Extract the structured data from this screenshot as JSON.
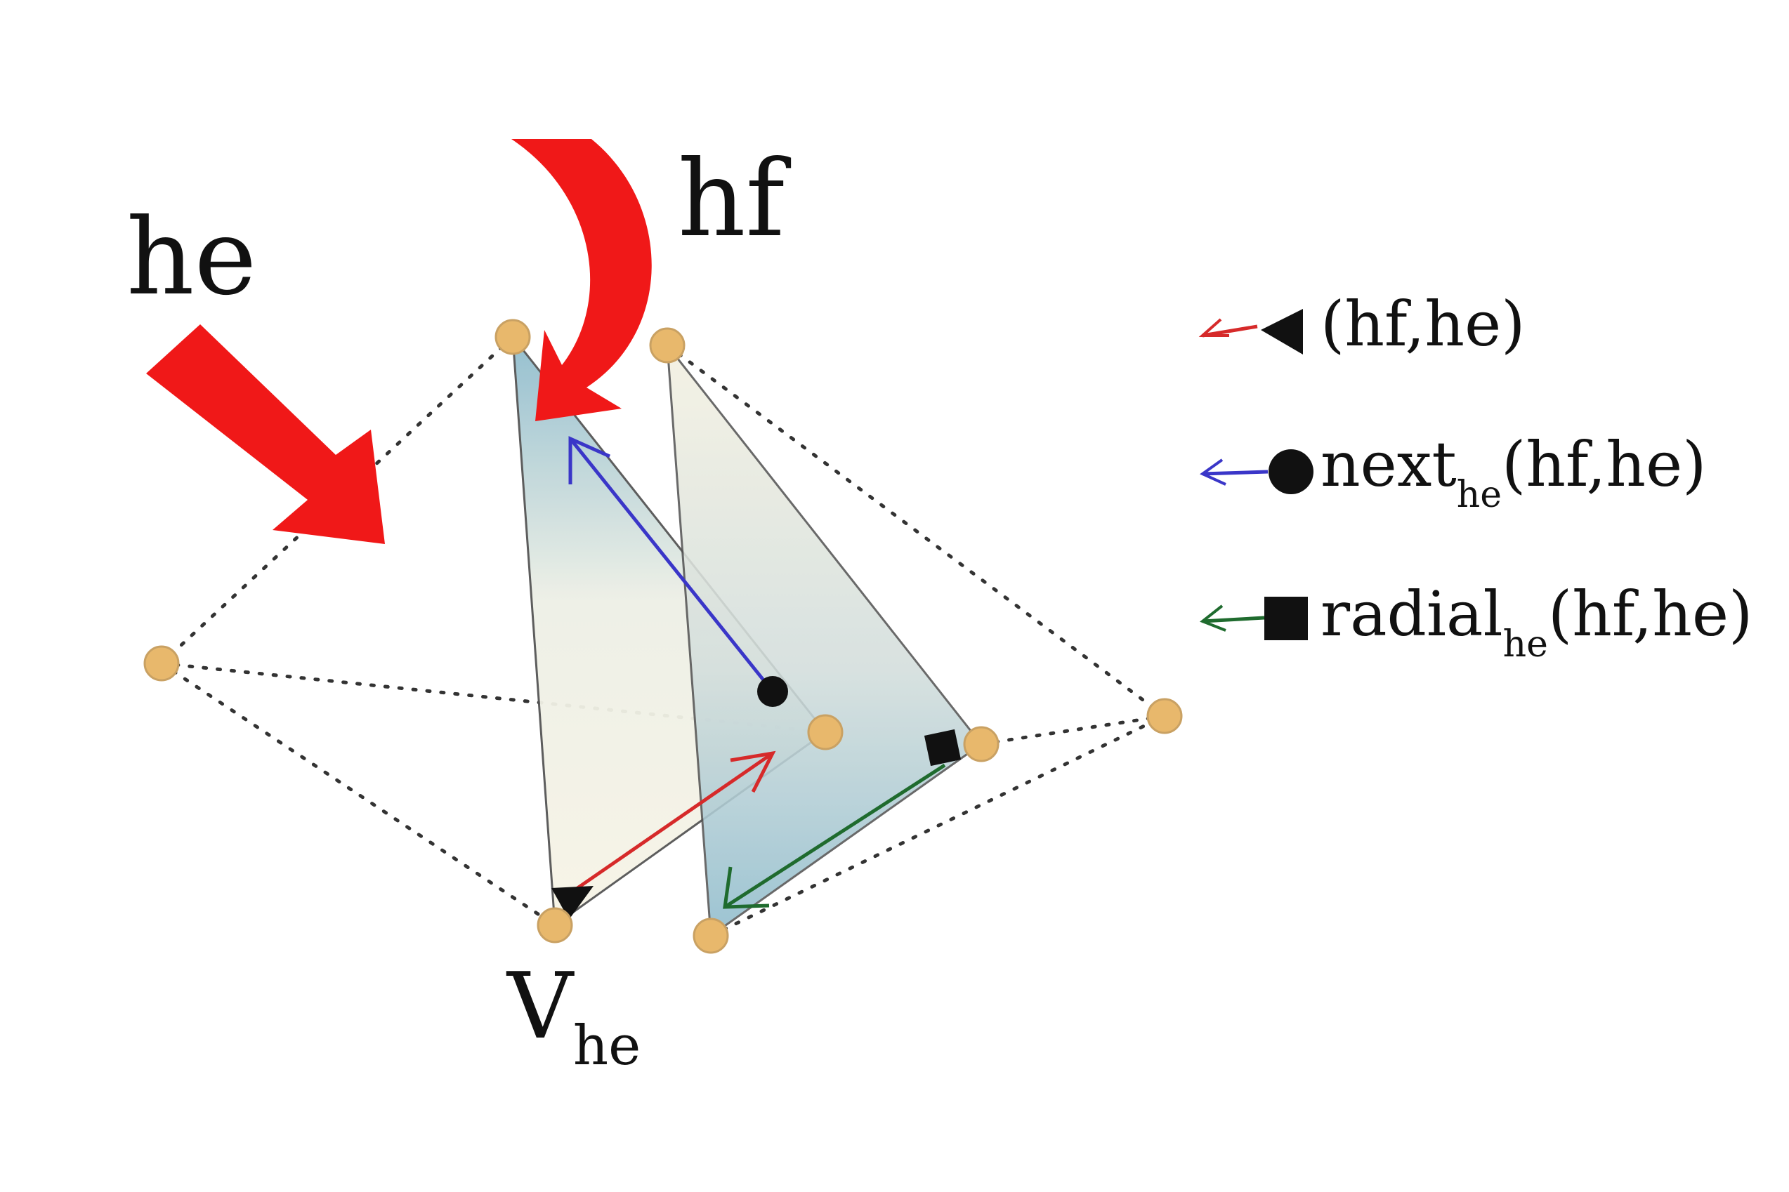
{
  "labels": {
    "he": "he",
    "hf": "hf",
    "vertex_main": "V",
    "vertex_sub": "he"
  },
  "legend": [
    {
      "marker": "triangle",
      "color": "#d62a2a",
      "text_main": "(hf,he)",
      "text_sub": ""
    },
    {
      "marker": "circle",
      "color": "#3a36c8",
      "text_main": "next",
      "text_sub": "he",
      "text_after": "(hf,he)"
    },
    {
      "marker": "square",
      "color": "#1f6b2e",
      "text_main": "radial",
      "text_sub": "he",
      "text_after": "(hf,he)"
    }
  ],
  "colors": {
    "big_arrows": "#f01818",
    "vertex_fill": "#e8b86c",
    "face_blue": "#9cc3d4",
    "face_cream": "#f6f3e6"
  }
}
